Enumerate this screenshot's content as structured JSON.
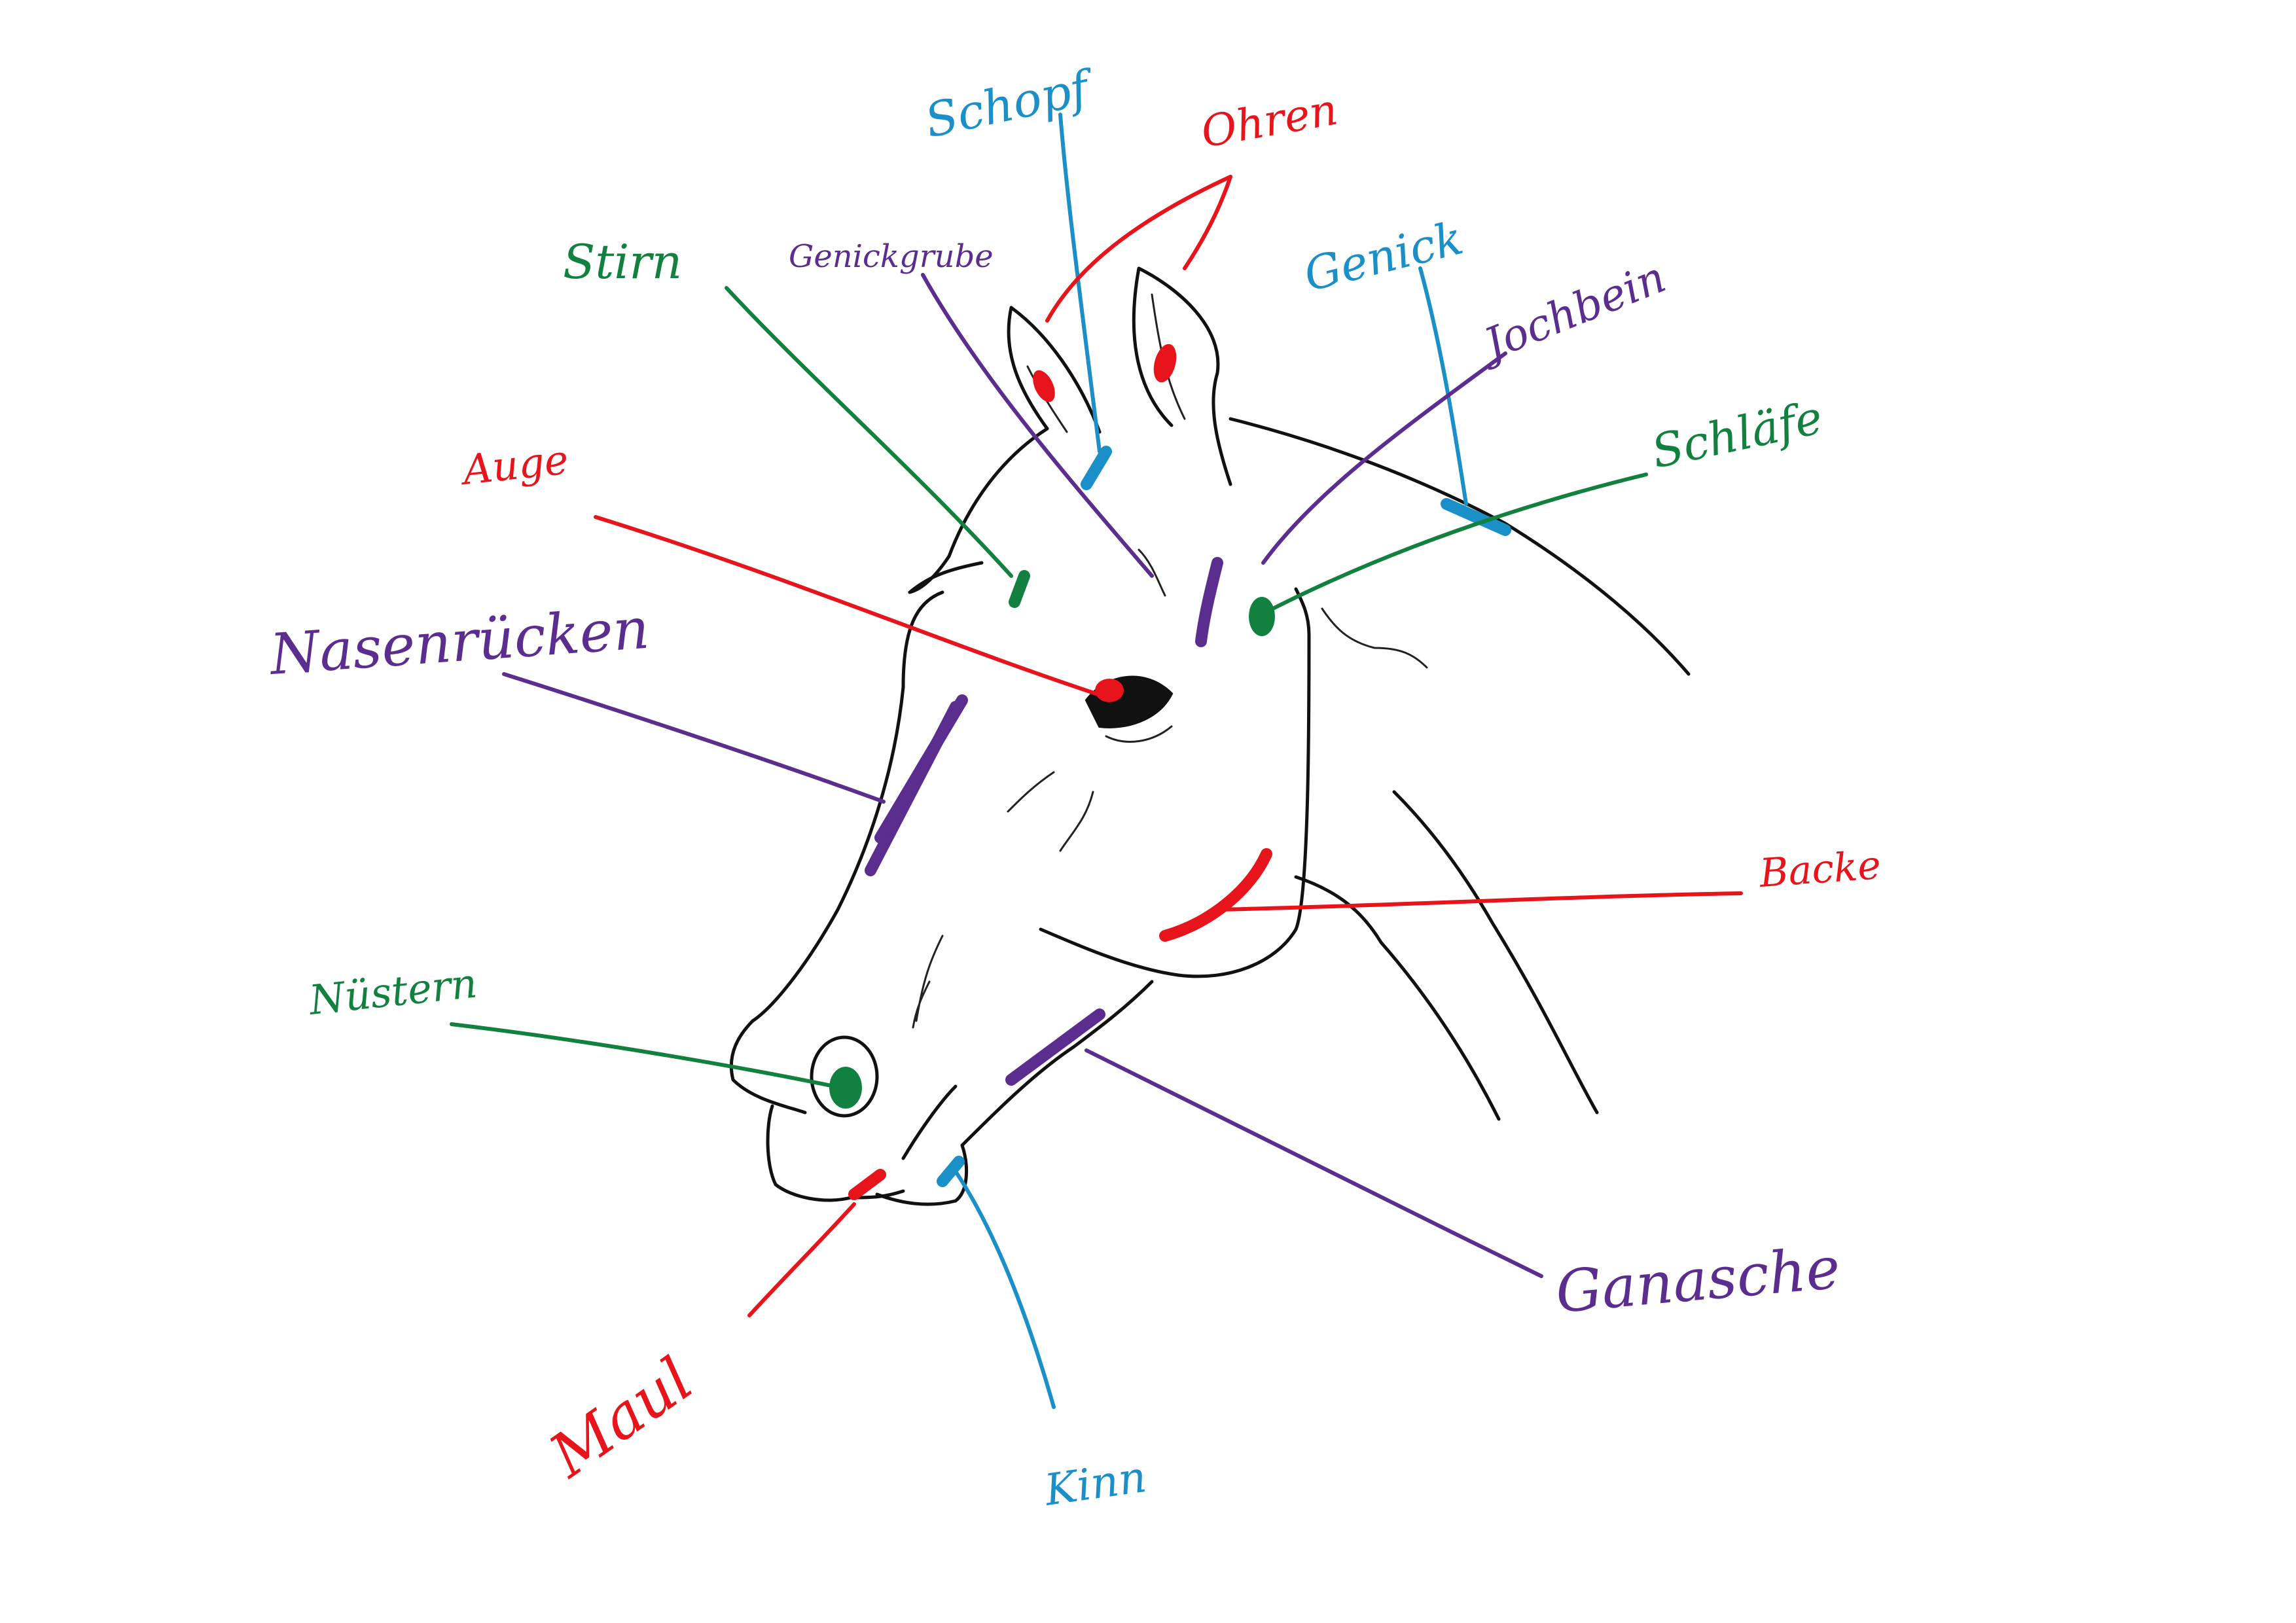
{
  "colors": {
    "red": "#e8141b",
    "blue": "#1b8fc8",
    "green": "#12803f",
    "purple": "#5b2d8e",
    "outline": "#111111"
  },
  "labels": {
    "schopf": "Schopf",
    "ohren": "Ohren",
    "genickgrube": "Genickgrube",
    "stirn": "Stirn",
    "genick": "Genick",
    "jochbein": "Jochbein",
    "schlaefe": "Schläfe",
    "auge": "Auge",
    "nasenruecken": "Nasenrücken",
    "backe": "Backe",
    "nuestern": "Nüstern",
    "ganasche": "Ganasche",
    "maul": "Maul",
    "kinn": "Kinn"
  }
}
